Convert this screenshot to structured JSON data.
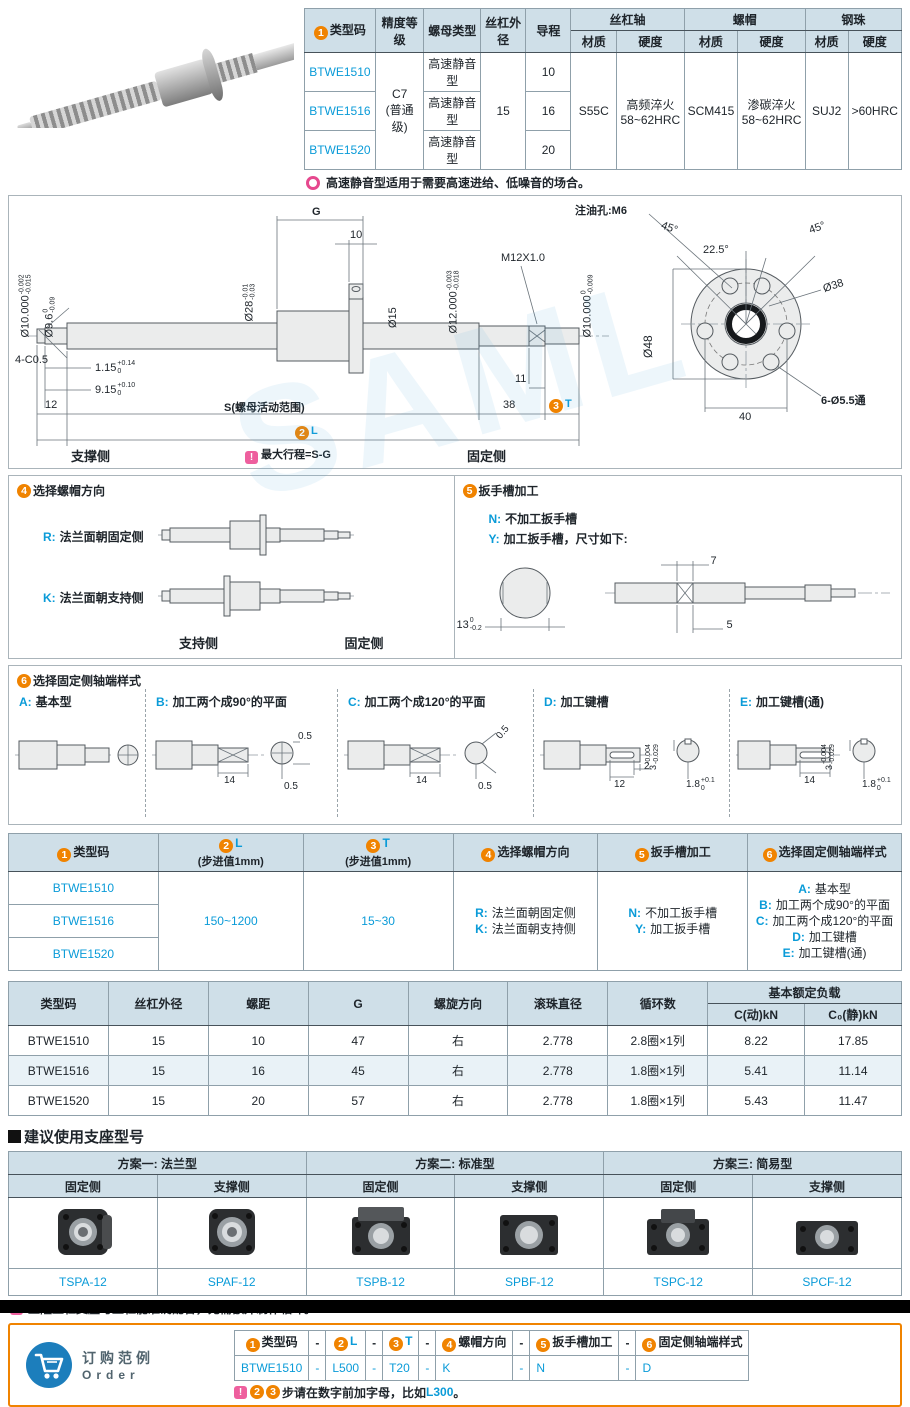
{
  "colors": {
    "accent_orange": "#f08300",
    "link_blue": "#0a9bd8",
    "header_bg": "#cfdfe8",
    "row_stripe": "#e9f2f7",
    "warn_pink": "#ee5f9e",
    "magenta_ring": "#e6488e",
    "order_border": "#f08300",
    "cart_blue": "#1c7ebc",
    "footer": "#000000"
  },
  "watermark": "SAML",
  "icons": {
    "warn": "!"
  },
  "top_table": {
    "h": {
      "num": "1",
      "code": "类型码",
      "precision": "精度等级",
      "nut_type": "螺母类型",
      "dia": "丝杠外径",
      "lead": "导程",
      "shaft": "丝杠轴",
      "nut": "螺帽",
      "ball": "钢珠",
      "mat": "材质",
      "hard": "硬度"
    },
    "codes": [
      "BTWE1510",
      "BTWE1516",
      "BTWE1520"
    ],
    "nut_types": [
      "高速静音型",
      "高速静音型",
      "高速静音型"
    ],
    "leads": [
      "10",
      "16",
      "20"
    ],
    "precision": "C7\n(普通级)",
    "dia": "15",
    "shaft_mat": "S55C",
    "shaft_hard": "高频淬火\n58~62HRC",
    "nut_mat": "SCM415",
    "nut_hard": "渗碳淬火\n58~62HRC",
    "ball_mat": "SUJ2",
    "ball_hard": ">60HRC"
  },
  "top_note": "高速静音型适用于需要高速进给、低噪音的场合。",
  "drawing": {
    "side": {
      "d10l": {
        "v": "Ø10.000",
        "tp": "-0.002",
        "tm": "-0.015"
      },
      "d96": {
        "v": "Ø9.6",
        "tp": "0",
        "tm": "-0.09"
      },
      "g": "G",
      "w10": "10",
      "d28": {
        "v": "Ø28",
        "tp": "-0.01",
        "tm": "-0.03"
      },
      "d15": "Ø15",
      "d12": {
        "v": "Ø12.000",
        "tp": "-0.003",
        "tm": "-0.018"
      },
      "m12": "M12X1.0",
      "d10r": {
        "v": "Ø10.000",
        "tp": "0",
        "tm": "-0.009"
      },
      "c4": "4-C0.5",
      "l115": {
        "v": "1.15",
        "tp": "+0.14",
        "tm": "0"
      },
      "l915": {
        "v": "9.15",
        "tp": "+0.10",
        "tm": "0"
      },
      "w12": "12",
      "s": "S(螺母活动范围)",
      "w11": "11",
      "w38": "38",
      "num2": "2",
      "lbl_l": "L",
      "num3": "3",
      "lbl_t": "T",
      "support_side": "支撑侧",
      "fixed_side": "固定侧",
      "stroke_note": "最大行程=S-G"
    },
    "flange": {
      "oil": "注油孔:M6",
      "a45a": "45°",
      "a45b": "45°",
      "a225": "22.5°",
      "d48": "Ø48",
      "d38": "Ø38",
      "holes": "6-Ø5.5通",
      "w40": "40"
    }
  },
  "sec4": {
    "num": "4",
    "title": "选择螺帽方向",
    "items": [
      {
        "key": "R:",
        "label": "法兰面朝固定侧"
      },
      {
        "key": "K:",
        "label": "法兰面朝支持侧"
      }
    ],
    "left_label": "支持侧",
    "right_label": "固定侧"
  },
  "sec5": {
    "num": "5",
    "title": "扳手槽加工",
    "items": [
      {
        "key": "N:",
        "label": "不加工扳手槽"
      },
      {
        "key": "Y:",
        "label": "加工扳手槽，尺寸如下:"
      }
    ],
    "d7": "7",
    "d13": {
      "v": "13",
      "tp": "0",
      "tm": "-0.2"
    },
    "d5": "5"
  },
  "sec6": {
    "num": "6",
    "title": "选择固定侧轴端样式",
    "options": [
      {
        "key": "A:",
        "label": "基本型"
      },
      {
        "key": "B:",
        "label": "加工两个成90°的平面",
        "d14": "14",
        "d05a": "0.5",
        "d05b": "0.5"
      },
      {
        "key": "C:",
        "label": "加工两个成120°的平面",
        "d14": "14",
        "d05a": "0.5",
        "d05b": "0.5"
      },
      {
        "key": "D:",
        "label": "加工键槽",
        "d2": "2",
        "d12": "12",
        "d3": {
          "v": "3",
          "tp": "-0.004",
          "tm": "-0.029"
        },
        "d18": {
          "v": "1.8",
          "tp": "+0.1",
          "tm": "0"
        }
      },
      {
        "key": "E:",
        "label": "加工键槽(通)",
        "d14": "14",
        "d3": {
          "v": "3",
          "tp": "-0.004",
          "tm": "-0.029"
        },
        "d18": {
          "v": "1.8",
          "tp": "+0.1",
          "tm": "0"
        }
      }
    ]
  },
  "select_table": {
    "h": [
      {
        "num": "1",
        "label": "类型码",
        "sub": ""
      },
      {
        "num": "2",
        "label": "L",
        "sub": "(步进值1mm)"
      },
      {
        "num": "3",
        "label": "T",
        "sub": "(步进值1mm)"
      },
      {
        "num": "4",
        "label": "选择螺帽方向",
        "sub": ""
      },
      {
        "num": "5",
        "label": "扳手槽加工",
        "sub": ""
      },
      {
        "num": "6",
        "label": "选择固定侧轴端样式",
        "sub": ""
      }
    ],
    "codes": [
      "BTWE1510",
      "BTWE1516",
      "BTWE1520"
    ],
    "l_range": "150~1200",
    "t_range": "15~30",
    "nut_dir": [
      {
        "key": "R:",
        "label": "法兰面朝固定侧"
      },
      {
        "key": "K:",
        "label": "法兰面朝支持侧"
      }
    ],
    "wrench": [
      {
        "key": "N:",
        "label": "不加工扳手槽"
      },
      {
        "key": "Y:",
        "label": "加工扳手槽"
      }
    ],
    "shaft_end": [
      {
        "key": "A:",
        "label": "基本型"
      },
      {
        "key": "B:",
        "label": "加工两个成90°的平面"
      },
      {
        "key": "C:",
        "label": "加工两个成120°的平面"
      },
      {
        "key": "D:",
        "label": "加工键槽"
      },
      {
        "key": "E:",
        "label": "加工键槽(通)"
      }
    ]
  },
  "spec_table": {
    "h": [
      "类型码",
      "丝杠外径",
      "螺距",
      "G",
      "螺旋方向",
      "滚珠直径",
      "循环数"
    ],
    "load_h": "基本额定负载",
    "load_sub": [
      "C(动)kN",
      "C₀(静)kN"
    ],
    "rows": [
      [
        "BTWE1510",
        "15",
        "10",
        "47",
        "右",
        "2.778",
        "2.8圈×1列",
        "8.22",
        "17.85"
      ],
      [
        "BTWE1516",
        "15",
        "16",
        "45",
        "右",
        "2.778",
        "1.8圈×1列",
        "5.41",
        "11.14"
      ],
      [
        "BTWE1520",
        "15",
        "20",
        "57",
        "右",
        "2.778",
        "1.8圈×1列",
        "5.43",
        "11.47"
      ]
    ]
  },
  "support": {
    "title": "建议使用支座型号",
    "plans": [
      "方案一: 法兰型",
      "方案二: 标准型",
      "方案三: 简易型"
    ],
    "sides": [
      "固定侧",
      "支撑侧",
      "固定侧",
      "支撑侧",
      "固定侧",
      "支撑侧"
    ],
    "models": [
      "TSPA-12",
      "SPAF-12",
      "TSPB-12",
      "SPBF-12",
      "TSPC-12",
      "SPCF-12"
    ],
    "note": "上隆丝杠支座与丝杠能准确配合，无需额外制作轴环。"
  },
  "order": {
    "title": "订购范例",
    "title_en": "Order",
    "h": [
      {
        "num": "1",
        "label": "类型码"
      },
      {
        "num": "2",
        "label": "L"
      },
      {
        "num": "3",
        "label": "T"
      },
      {
        "num": "4",
        "label": "螺帽方向"
      },
      {
        "num": "5",
        "label": "扳手槽加工"
      },
      {
        "num": "6",
        "label": "固定侧轴端样式"
      }
    ],
    "sep": "-",
    "values": [
      "BTWE1510",
      "L500",
      "T20",
      "K",
      "N",
      "D"
    ],
    "note": {
      "n1": "2",
      "n2": "3",
      "text": "步请在数字前加字母，比如",
      "code": "L300",
      "end": "。"
    }
  }
}
